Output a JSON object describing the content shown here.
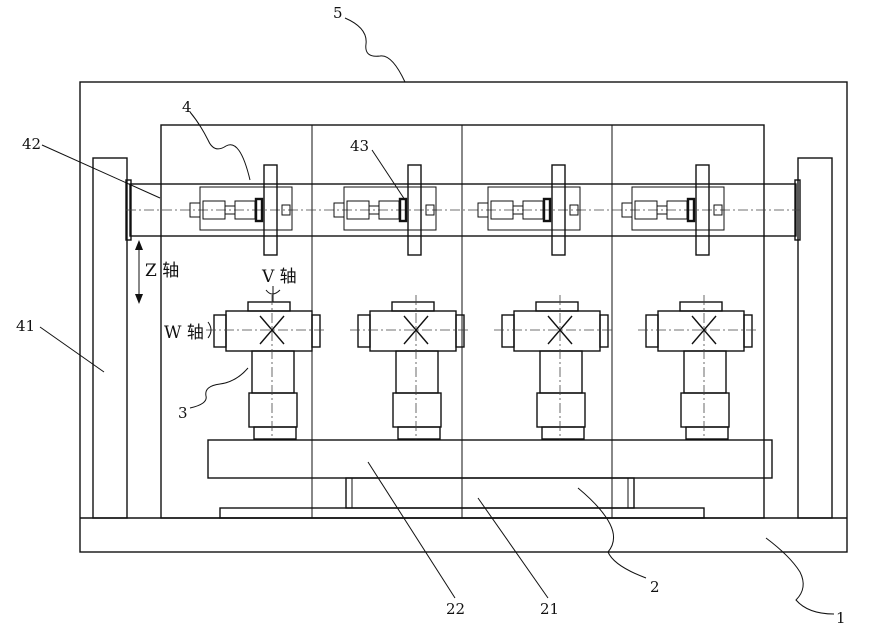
{
  "labels": {
    "frame": "5",
    "beam": "4",
    "beam_end": "42",
    "clamp": "43",
    "column": "41",
    "workpiece": "3",
    "base": "1",
    "table": "2",
    "table_top": "22",
    "table_mid": "21"
  },
  "axes": {
    "z": "Z 轴",
    "v": "V 轴",
    "w": "W 轴"
  }
}
